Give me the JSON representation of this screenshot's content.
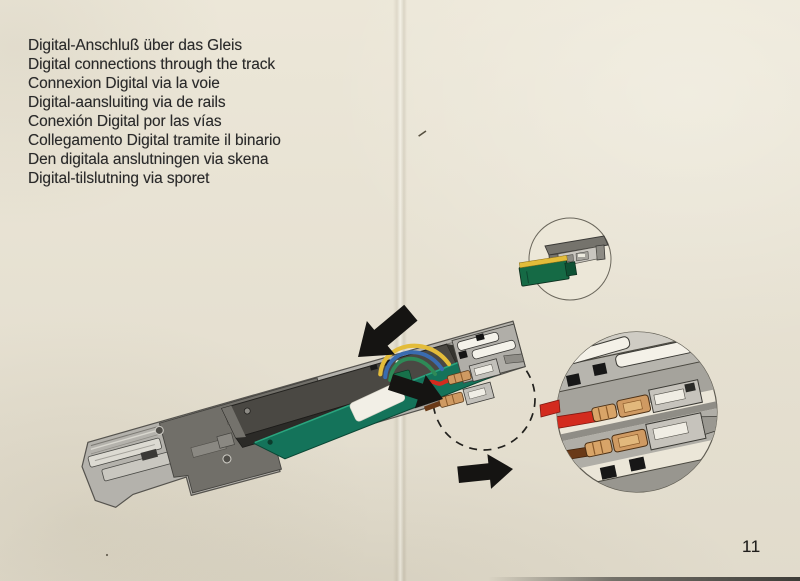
{
  "page": {
    "page_number": "11"
  },
  "heading": {
    "lines": [
      "Digital-Anschluß über das Gleis",
      "Digital connections through the track",
      "Connexion Digital via la voie",
      "Digital-aansluiting via de rails",
      "Conexión Digital por las vías",
      "Collegamento Digital tramite il binario",
      "Den digitala anslutningen via skena",
      "Digital-tilslutning via sporet"
    ]
  },
  "figures": {
    "plug_inset": "circular inset: green digital connector plug being inserted into the socket beneath the track",
    "main_track": "underside of a turnout track with decoder housing, green circuit board, yellow/blue/green wire loops, red feed wire and black direction arrows",
    "detail_circle": "magnified circular view of the red and brown wire crimp terminals plugged into the track sockets"
  },
  "colors": {
    "paper": "#e9e3d3",
    "ink": "#2a2a2a",
    "track-gray": "#b4b2ac",
    "track-gray-dark": "#716f69",
    "outline": "#45443f",
    "decoder-dark": "#4a4843",
    "decoder-darker": "#2b2a27",
    "pcb-green": "#14735a",
    "label-white": "#f2efe6",
    "wire-yellow": "#e3bc3a",
    "wire-blue": "#3a6cb0",
    "wire-green": "#2e8a57",
    "wire-red": "#d32b1e",
    "copper": "#cf9a62",
    "wire-brown": "#6a3a18"
  }
}
